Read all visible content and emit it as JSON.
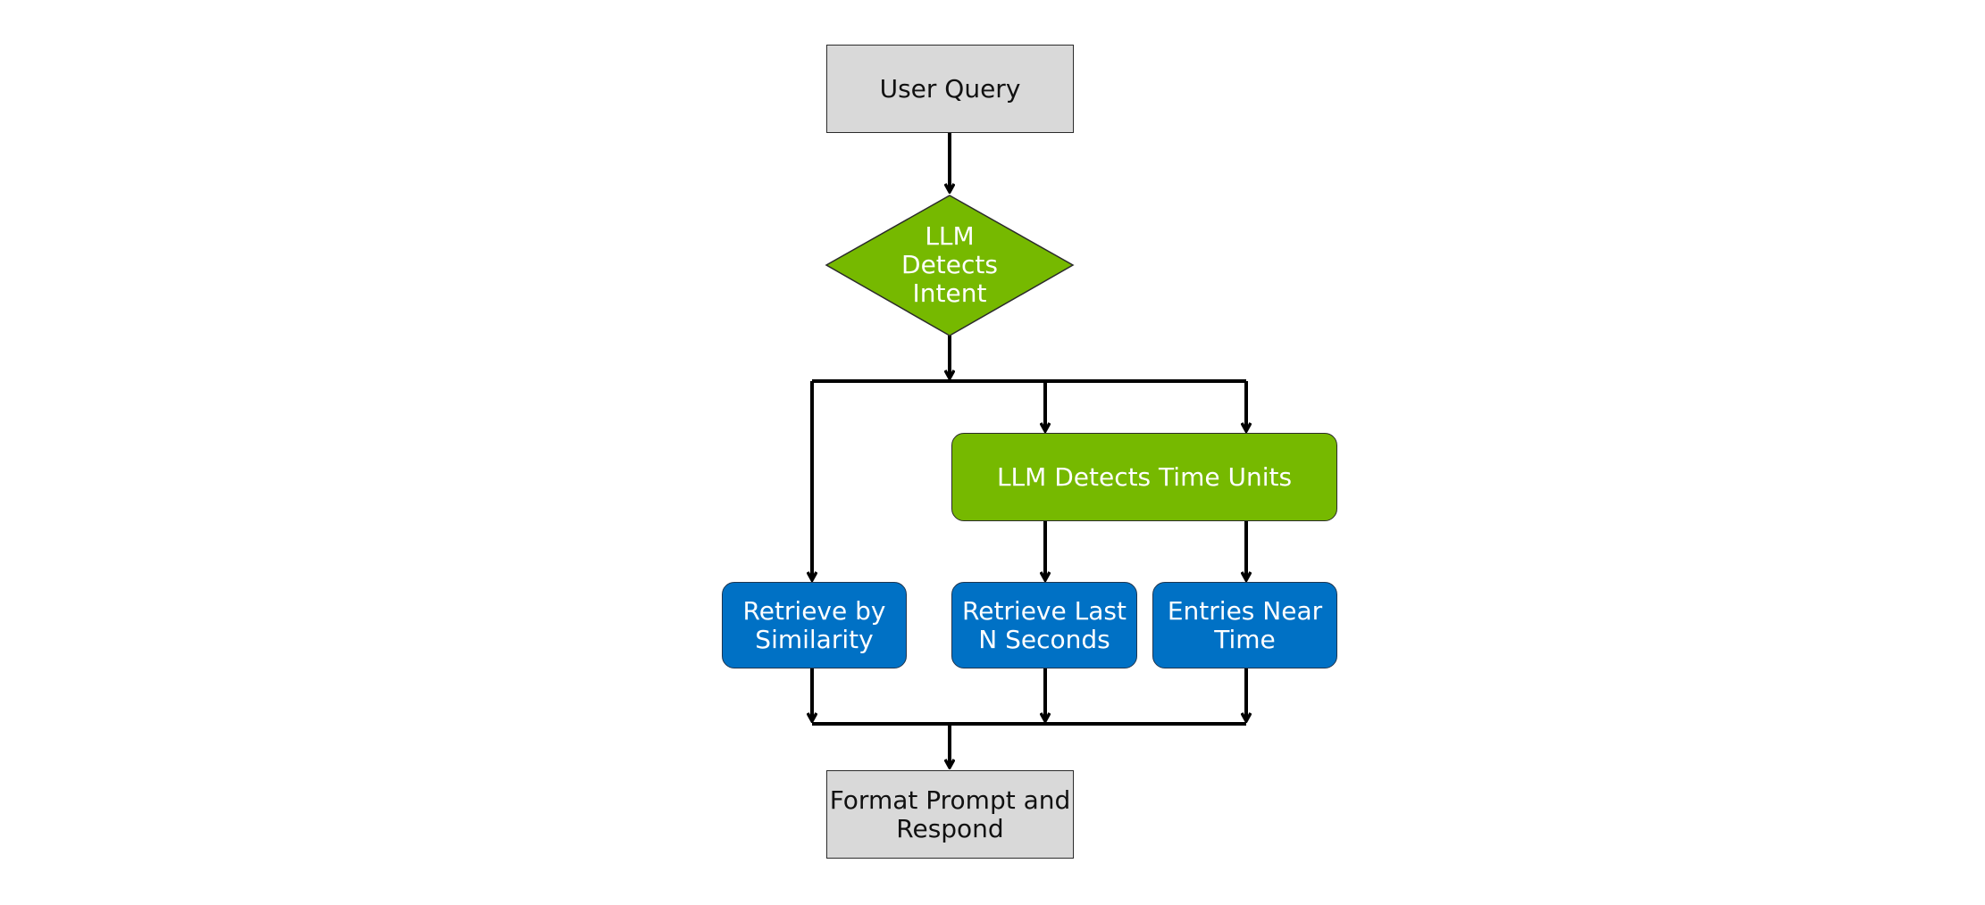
{
  "nodes": {
    "user_query": "User Query",
    "detect_intent": "LLM\nDetects\nIntent",
    "detect_time_units": "LLM Detects Time Units",
    "retrieve_similarity": "Retrieve by\nSimilarity",
    "retrieve_last_n": "Retrieve Last\nN Seconds",
    "entries_near_time": "Entries Near\nTime",
    "format_prompt": "Format Prompt and\nRespond"
  },
  "colors": {
    "gray_box": "#d9d9d9",
    "green_box": "#76b900",
    "blue_box": "#0071c5",
    "connector": "#000000"
  }
}
